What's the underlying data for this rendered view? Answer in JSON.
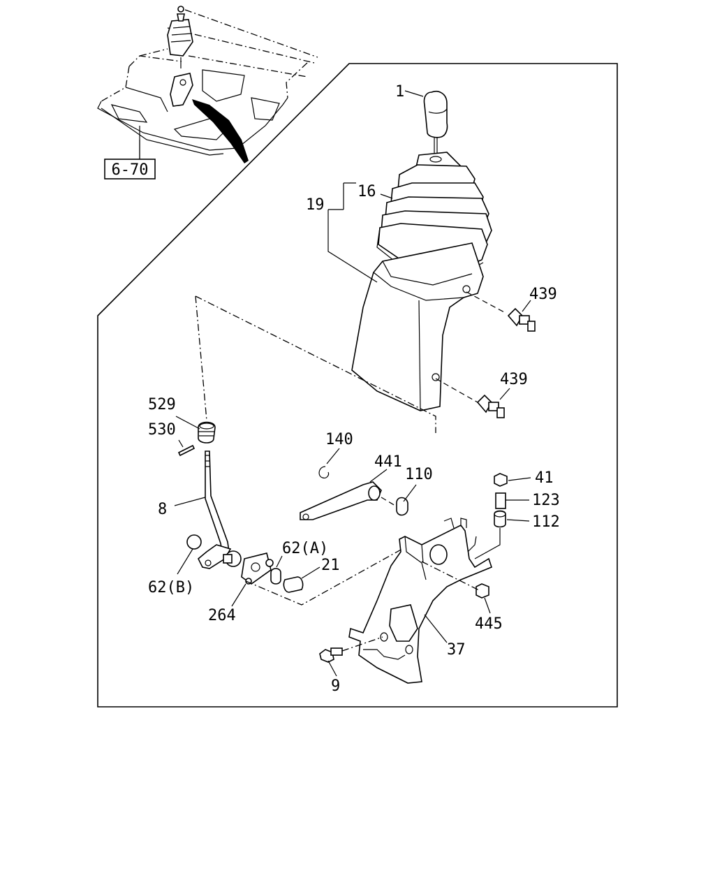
{
  "ref_box": "6-70",
  "labels": {
    "p1": "1",
    "p16": "16",
    "p19": "19",
    "p439a": "439",
    "p439b": "439",
    "p529": "529",
    "p530": "530",
    "p140": "140",
    "p441": "441",
    "p110": "110",
    "p41": "41",
    "p123": "123",
    "p112": "112",
    "p8": "8",
    "p62a": "62(A)",
    "p21": "21",
    "p62b": "62(B)",
    "p264": "264",
    "p445": "445",
    "p37": "37",
    "p9": "9"
  }
}
